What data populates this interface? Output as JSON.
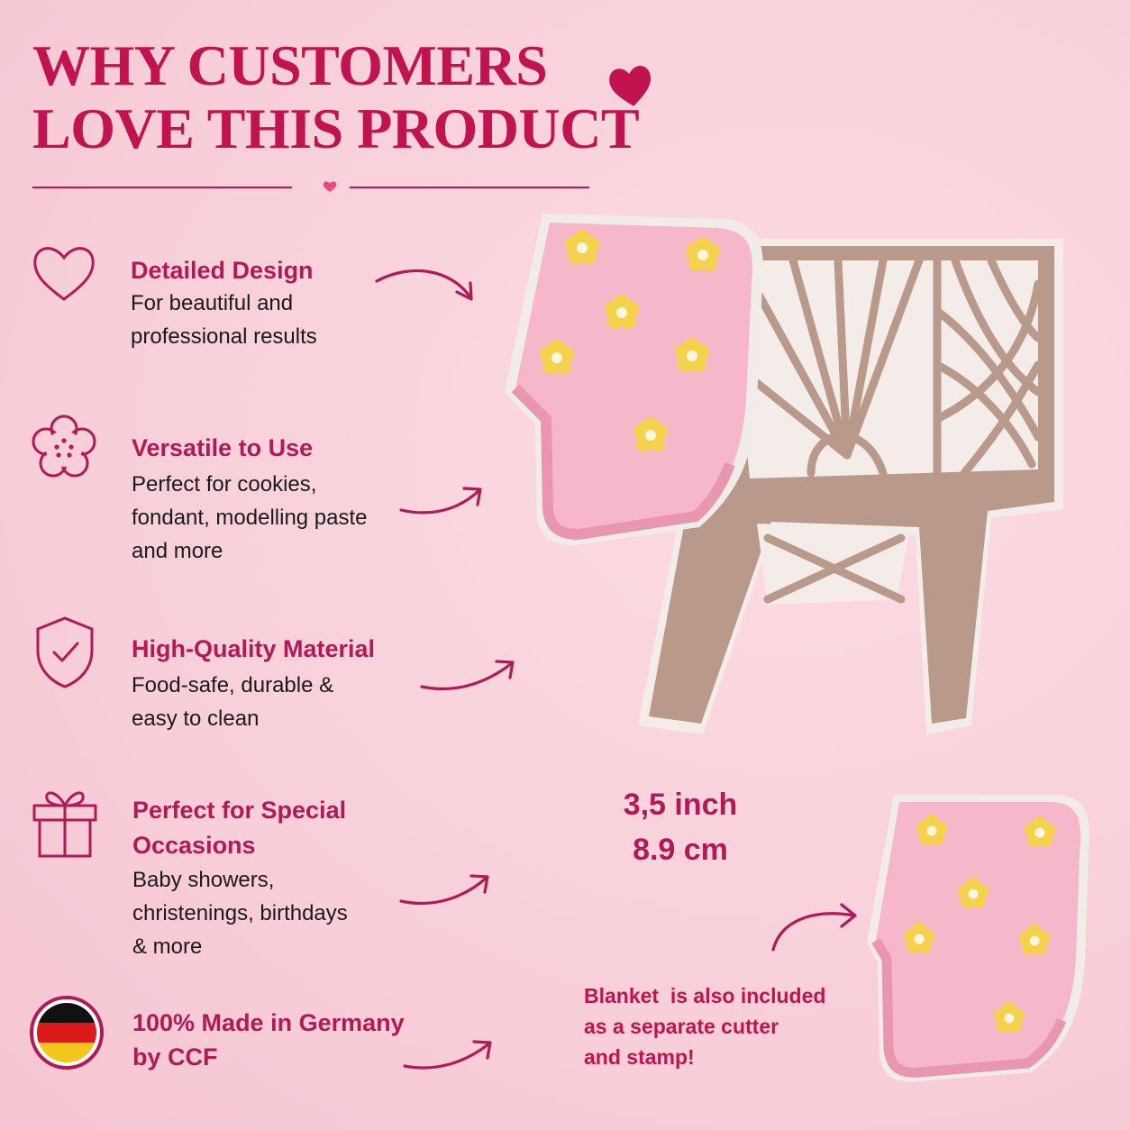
{
  "header": {
    "title_line1": "WHY CUSTOMERS",
    "title_line2": "LOVE THIS PRODUCT"
  },
  "colors": {
    "accent": "#c0134f",
    "background": "#f8cfd9",
    "cutter_brown": "#b8998a",
    "dough_pink": "#f7b7cb",
    "flower_yellow": "#f4d24b"
  },
  "features": [
    {
      "icon": "heart-icon",
      "title": "Detailed Design",
      "desc_lines": [
        "For beautiful and",
        "professional results"
      ]
    },
    {
      "icon": "flower-icon",
      "title": "Versatile to Use",
      "desc_lines": [
        "Perfect for cookies,",
        "fondant, modelling paste",
        "and more"
      ]
    },
    {
      "icon": "shield-check-icon",
      "title": "High-Quality Material",
      "desc_lines": [
        "Food-safe, durable &",
        "easy to clean"
      ]
    },
    {
      "icon": "gift-icon",
      "title_lines": [
        "Perfect for Special",
        "Occasions"
      ],
      "desc_lines": [
        "Baby showers,",
        "christenings, birthdays",
        "& more"
      ]
    },
    {
      "icon": "germany-flag-icon",
      "title_lines": [
        "100% Made in Germany",
        "by CCF"
      ]
    }
  ],
  "measurement": {
    "inches": "3,5 inch",
    "cm": "8.9 cm"
  },
  "note_lines": [
    "Blanket  is also included",
    "as a separate cutter",
    "and stamp!"
  ]
}
